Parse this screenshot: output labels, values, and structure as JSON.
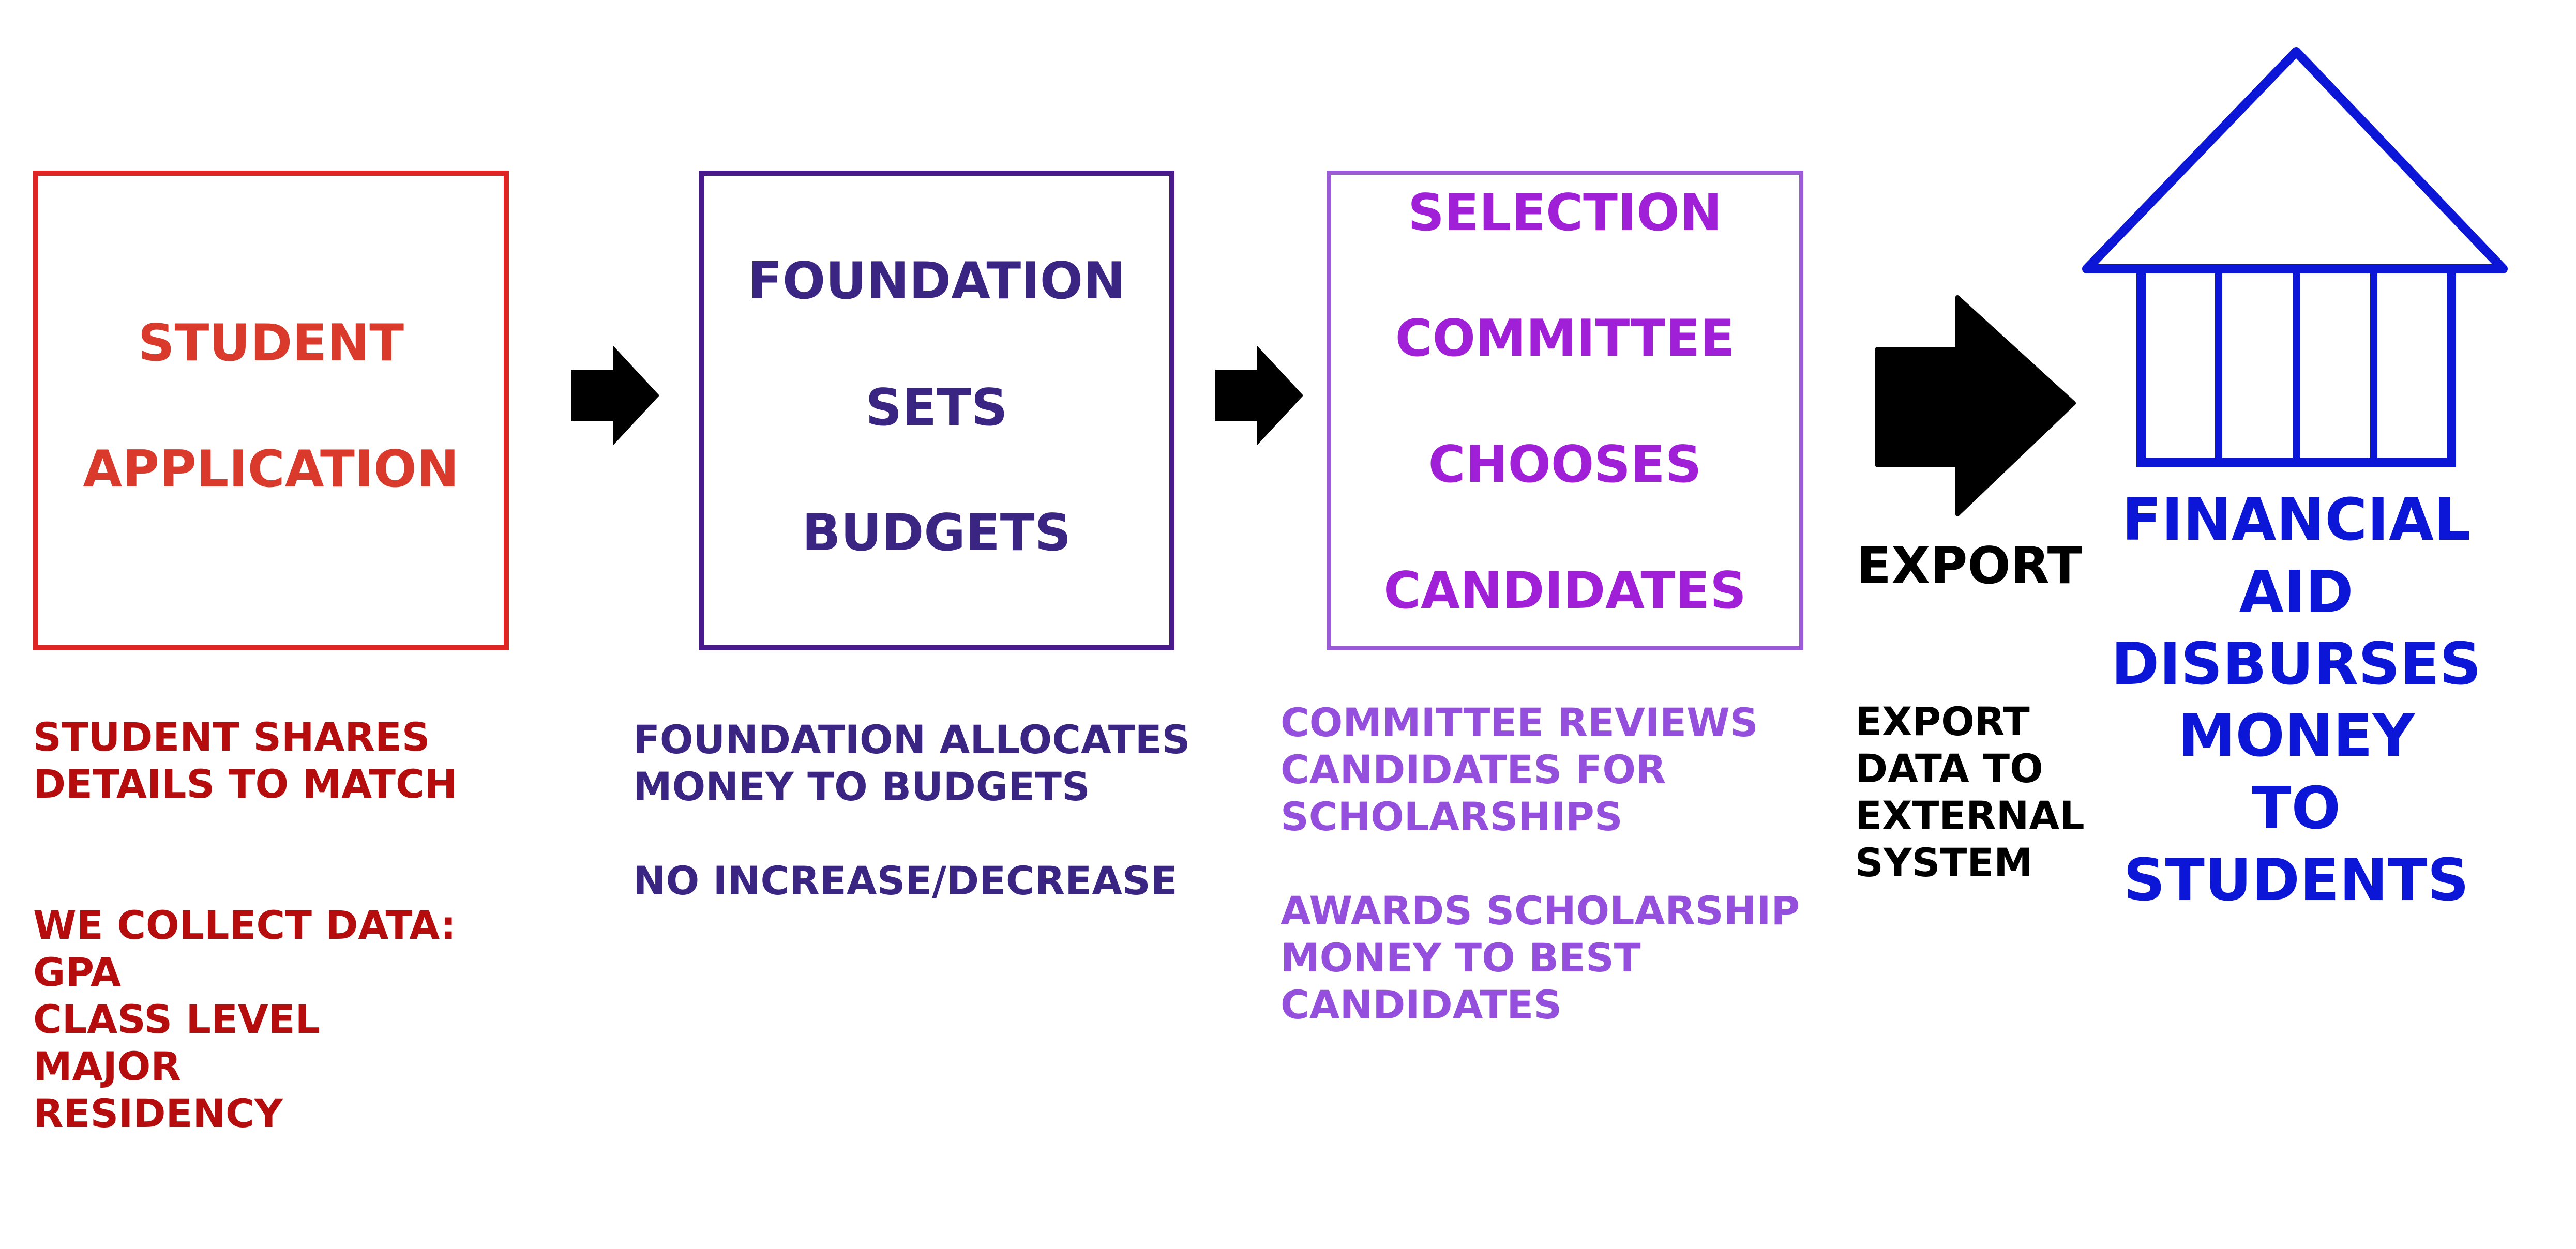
{
  "colors": {
    "student": "#d93a2b",
    "student_border": "#e02424",
    "student_note": "#b50d0d",
    "foundation": "#3a2582",
    "foundation_border": "#4a1a8c",
    "selection": "#a020d8",
    "selection_border": "#9b5bd6",
    "selection_note": "#9450dc",
    "export": "#000000",
    "aid": "#0b16d6"
  },
  "steps": {
    "student": {
      "box_lines": [
        "STUDENT",
        "APPLICATION"
      ],
      "note_lines": [
        "STUDENT SHARES",
        "DETAILS TO MATCH",
        "",
        "",
        "WE COLLECT DATA:",
        "GPA",
        "CLASS LEVEL",
        "MAJOR",
        "RESIDENCY"
      ]
    },
    "foundation": {
      "box_lines": [
        "FOUNDATION",
        "SETS",
        "BUDGETS"
      ],
      "note_lines": [
        "FOUNDATION ALLOCATES",
        "MONEY TO BUDGETS",
        "",
        "NO INCREASE/DECREASE"
      ]
    },
    "selection": {
      "box_lines": [
        "SELECTION",
        "COMMITTEE",
        "CHOOSES",
        "CANDIDATES"
      ],
      "note_lines": [
        "COMMITTEE REVIEWS",
        "CANDIDATES FOR",
        "SCHOLARSHIPS",
        "",
        "AWARDS SCHOLARSHIP",
        "MONEY TO BEST",
        "CANDIDATES"
      ]
    },
    "export": {
      "label": "EXPORT",
      "note_lines": [
        "EXPORT",
        "DATA TO",
        "EXTERNAL",
        "SYSTEM"
      ]
    },
    "aid": {
      "icon": "bank-building-icon",
      "lines": [
        "FINANCIAL",
        "AID",
        "DISBURSES",
        "MONEY",
        "TO",
        "STUDENTS"
      ]
    }
  },
  "icons": [
    "arrow-right-icon",
    "arrow-right-icon",
    "arrow-right-icon",
    "bank-building-icon"
  ]
}
